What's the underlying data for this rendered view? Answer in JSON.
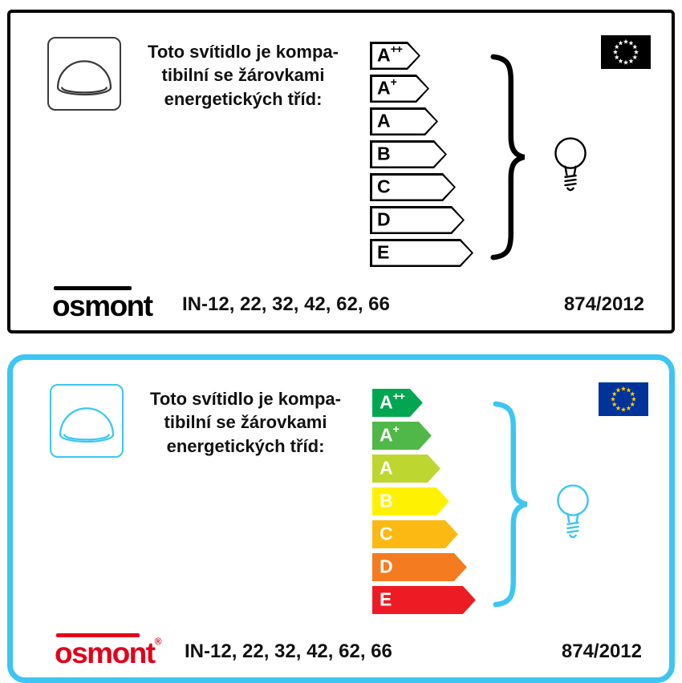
{
  "panels": [
    {
      "name": "monochrome-label",
      "compat_lines": [
        "Toto svítidlo je kompa-",
        "tibilní se žárovkami",
        "energetických tříd:"
      ],
      "energy_classes": [
        {
          "base": "A",
          "sup": "++",
          "color": "#ffffff",
          "text_color": "#000000"
        },
        {
          "base": "A",
          "sup": "+",
          "color": "#ffffff",
          "text_color": "#000000"
        },
        {
          "base": "A",
          "sup": "",
          "color": "#ffffff",
          "text_color": "#000000"
        },
        {
          "base": "B",
          "sup": "",
          "color": "#ffffff",
          "text_color": "#000000"
        },
        {
          "base": "C",
          "sup": "",
          "color": "#ffffff",
          "text_color": "#000000"
        },
        {
          "base": "D",
          "sup": "",
          "color": "#ffffff",
          "text_color": "#000000"
        },
        {
          "base": "E",
          "sup": "",
          "color": "#ffffff",
          "text_color": "#000000"
        }
      ],
      "border_color": "#000000",
      "accent_color": "#000000",
      "icon_color": "#3a3a3a",
      "flag": {
        "bg": "#000000",
        "stars": "#ffffff"
      },
      "logo_text": "osmont",
      "logo_color": "#000000",
      "logo_reg": "",
      "models": "IN-12, 22, 32, 42, 62, 66",
      "regulation": "874/2012"
    },
    {
      "name": "color-label",
      "compat_lines": [
        "Toto svítidlo je kompa-",
        "tibilní se žárovkami",
        "energetických tříd:"
      ],
      "energy_classes": [
        {
          "base": "A",
          "sup": "++",
          "color": "#00a651",
          "text_color": "#ffffff"
        },
        {
          "base": "A",
          "sup": "+",
          "color": "#50b848",
          "text_color": "#ffffff"
        },
        {
          "base": "A",
          "sup": "",
          "color": "#bed630",
          "text_color": "#ffffff"
        },
        {
          "base": "B",
          "sup": "",
          "color": "#fff200",
          "text_color": "#ffffff"
        },
        {
          "base": "C",
          "sup": "",
          "color": "#fdb913",
          "text_color": "#ffffff"
        },
        {
          "base": "D",
          "sup": "",
          "color": "#f47b20",
          "text_color": "#ffffff"
        },
        {
          "base": "E",
          "sup": "",
          "color": "#ed1c24",
          "text_color": "#ffffff"
        }
      ],
      "border_color": "#3dc6f1",
      "accent_color": "#3dc6f1",
      "icon_color": "#3dc6f1",
      "flag": {
        "bg": "#003399",
        "stars": "#ffcc00"
      },
      "logo_text": "osmont",
      "logo_color": "#e2001a",
      "logo_reg": "®",
      "models": "IN-12, 22, 32, 42, 62, 66",
      "regulation": "874/2012"
    }
  ]
}
